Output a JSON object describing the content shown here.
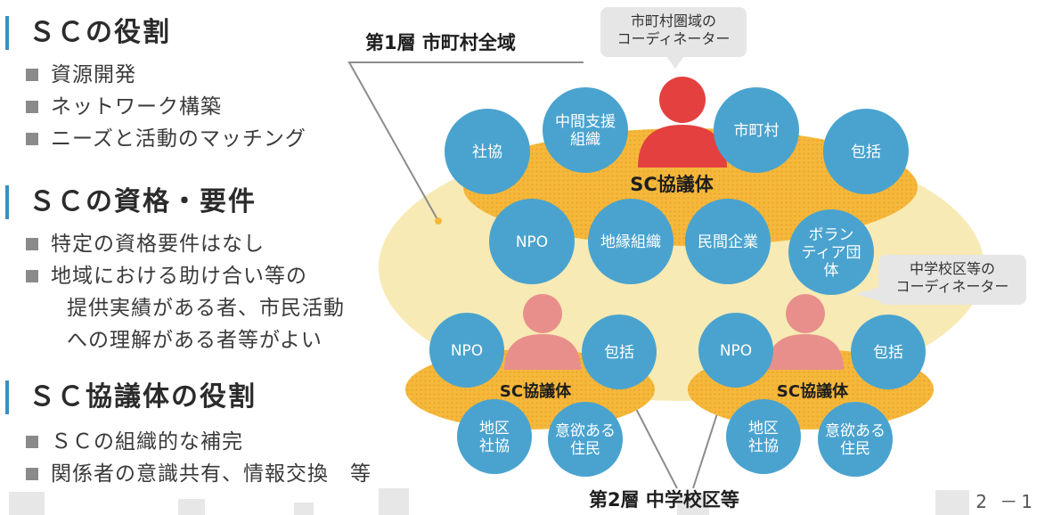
{
  "left": {
    "sections": [
      {
        "title": "ＳＣの役割",
        "items": [
          "資源開発",
          "ネットワーク構築",
          "ニーズと活動のマッチング"
        ]
      },
      {
        "title": "ＳＣの資格・要件",
        "items": [
          "特定の資格要件はなし",
          "地域における助け合い等の",
          "提供実績がある者、市民活動",
          "への理解がある者等がよい"
        ]
      },
      {
        "title": "ＳＣ協議体の役割",
        "items": [
          "ＳＣの組織的な補完",
          "関係者の意識共有、情報交換　等"
        ]
      }
    ]
  },
  "diagram": {
    "layer1_label": "第1層 市町村全域",
    "layer2_label": "第2層 中学校区等",
    "top_bubble": [
      "市町村圏域の",
      "コーディネーター"
    ],
    "mid_bubble": [
      "中学校区等の",
      "コーディネーター"
    ],
    "top_council": {
      "title": "SC協議体",
      "circles": [
        [
          "社協"
        ],
        [
          "中間支援",
          "組織"
        ],
        [
          "市町村"
        ],
        [
          "包括"
        ],
        [
          "NPO"
        ],
        [
          "地縁組織"
        ],
        [
          "民間企業"
        ],
        [
          "ボラン",
          "ティア団",
          "体"
        ]
      ]
    },
    "left_council": {
      "title": "SC協議体",
      "circles": [
        [
          "NPO"
        ],
        [
          "包括"
        ],
        [
          "地区",
          "社協"
        ],
        [
          "意欲ある",
          "住民"
        ]
      ]
    },
    "right_council": {
      "title": "SC協議体",
      "circles": [
        [
          "NPO"
        ],
        [
          "包括"
        ],
        [
          "地区",
          "社協"
        ],
        [
          "意欲ある",
          "住民"
        ]
      ]
    },
    "colors": {
      "circle": "#4aa3cf",
      "person_main": "#e4403f",
      "person_sub": "#e88f8c",
      "council_fill": "#f5b83b",
      "area_fill": "#f8eab4",
      "heading_bar": "#3b8fc0"
    }
  },
  "page_number": "2 －1"
}
